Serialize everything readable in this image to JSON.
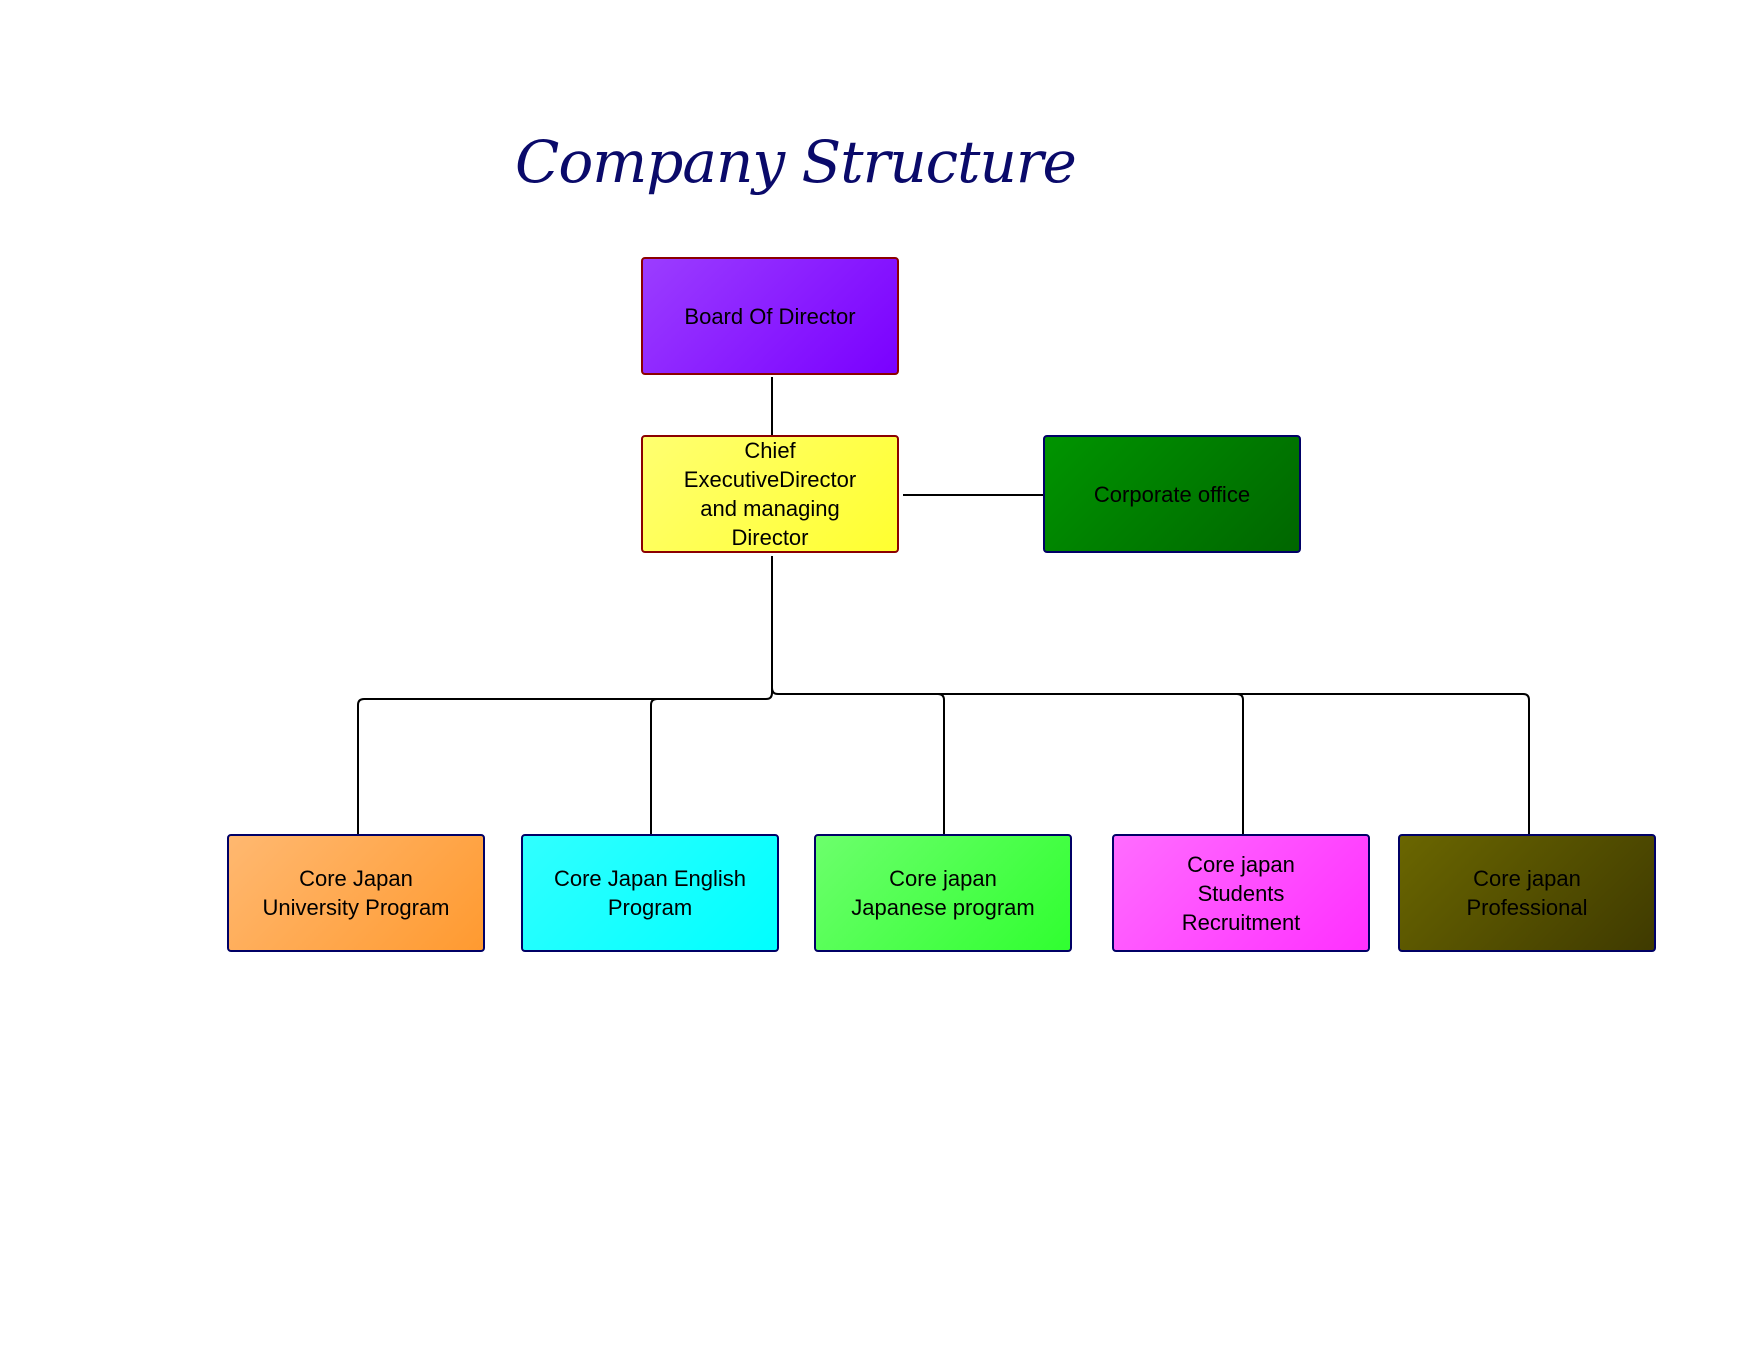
{
  "title": "Company Structure",
  "nodes": {
    "board": {
      "label": "Board Of Director",
      "colors": [
        "#9b3dff",
        "#7a00ff"
      ],
      "border": "#8b0000"
    },
    "ceo": {
      "label": "Chief\nExecutiveDirector\nand managing\nDirector",
      "colors": [
        "#ffff70",
        "#ffff30"
      ],
      "border": "#8b0000"
    },
    "corporate": {
      "label": "Corporate office",
      "colors": [
        "#009400",
        "#006600"
      ],
      "border": "#000066"
    },
    "university": {
      "label": "Core Japan\nUniversity Program",
      "colors": [
        "#ffb870",
        "#ff9a30"
      ],
      "border": "#000066"
    },
    "english": {
      "label": "Core Japan English\nProgram",
      "colors": [
        "#30ffff",
        "#00ffff"
      ],
      "border": "#000066"
    },
    "japanese": {
      "label": "Core japan\nJapanese program",
      "colors": [
        "#6cff6c",
        "#30ff30"
      ],
      "border": "#000066"
    },
    "recruitment": {
      "label": "Core   japan\nStudents\nRecruitment",
      "colors": [
        "#ff6cff",
        "#ff30ff"
      ],
      "border": "#000066"
    },
    "professional": {
      "label": "Core japan\nProfessional",
      "colors": [
        "#6a6600",
        "#3f3a00"
      ],
      "border": "#000066"
    }
  }
}
